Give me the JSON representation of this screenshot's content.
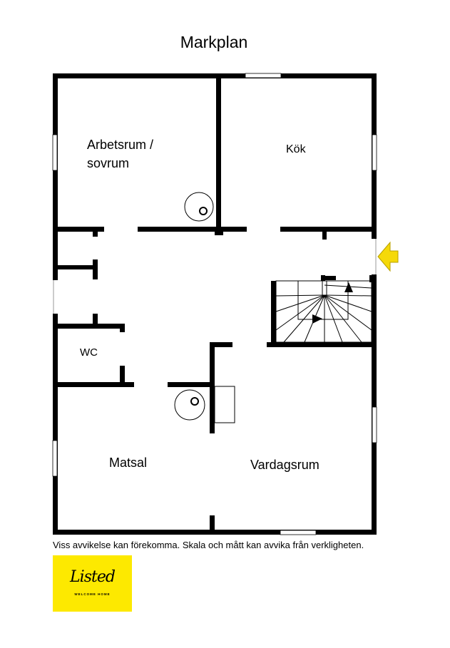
{
  "title": "Markplan",
  "rooms": {
    "arbetsrum_line1": "Arbetsrum /",
    "arbetsrum_line2": "sovrum",
    "kok": "Kök",
    "wc": "WC",
    "matsal": "Matsal",
    "vardagsrum": "Vardagsrum"
  },
  "disclaimer": "Viss avvikelse kan förekomma. Skala och mått kan avvika från verkligheten.",
  "logo": {
    "script": "Listed",
    "tagline": "WELCOME HOME",
    "background": "#fde900"
  },
  "colors": {
    "wall": "#000000",
    "entrance_arrow": "#f5d90a"
  }
}
